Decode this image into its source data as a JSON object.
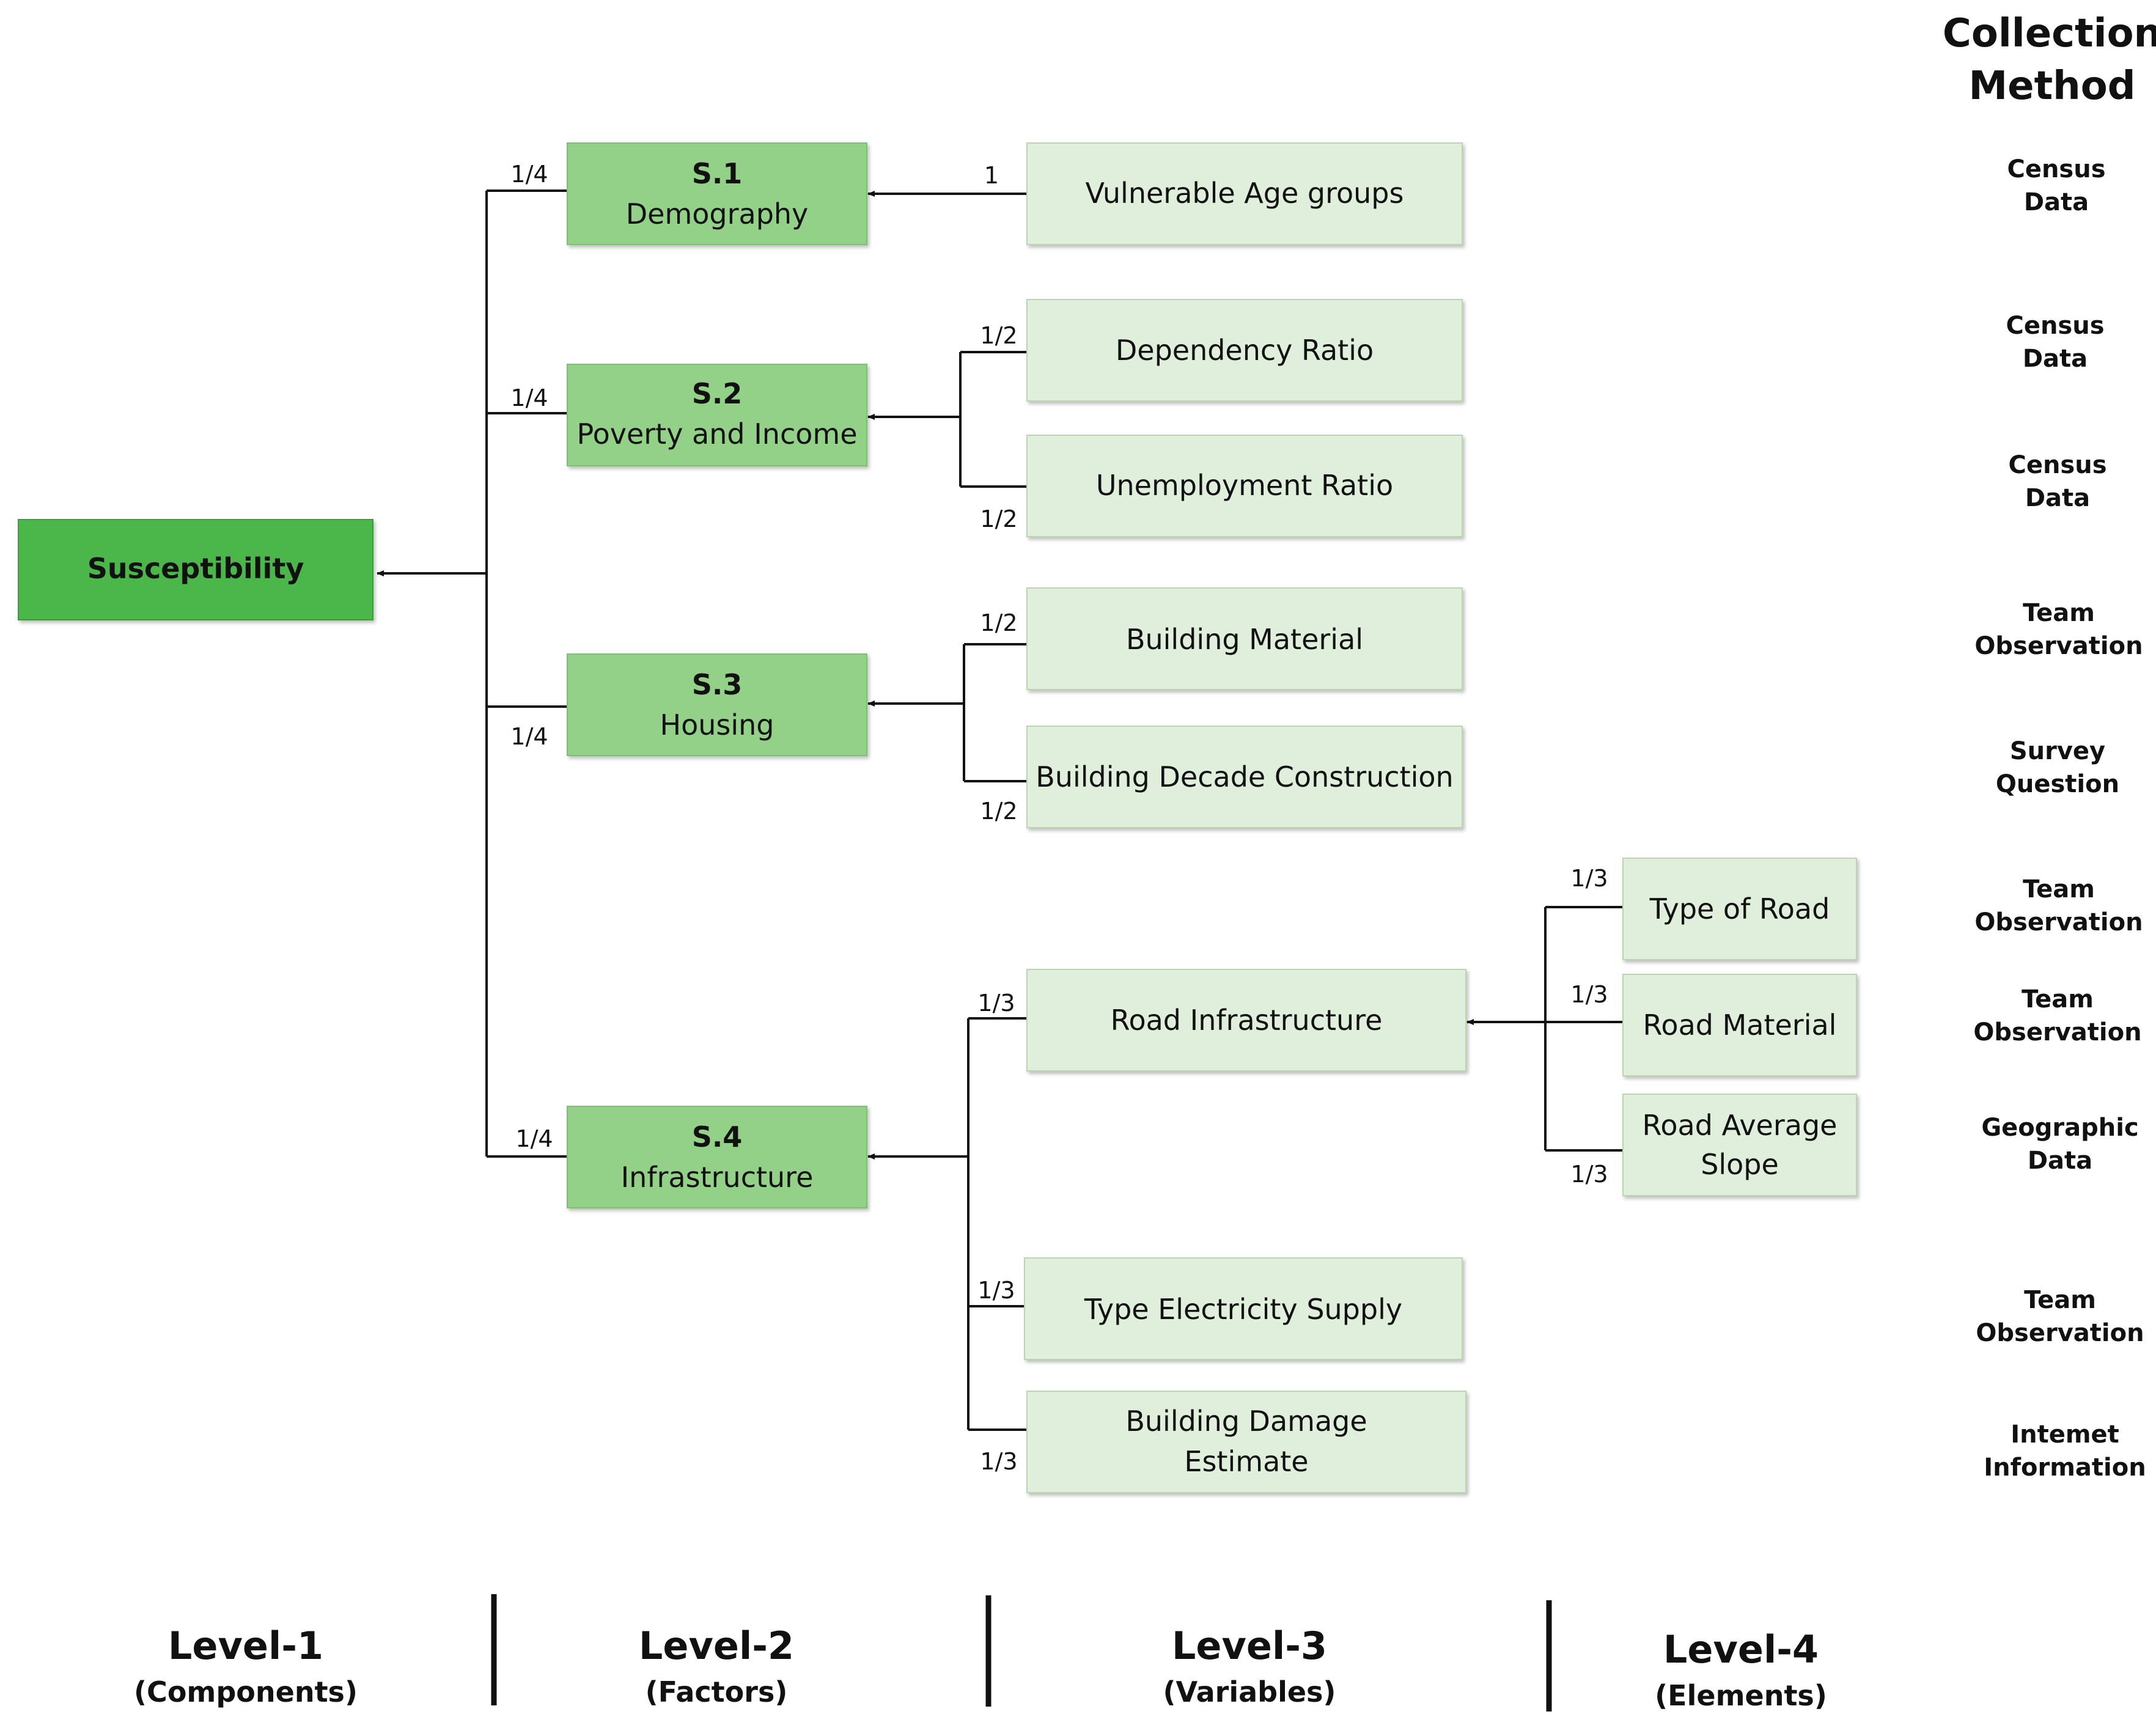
{
  "header": {
    "line1": "Collection",
    "line2": "Method"
  },
  "root": {
    "label": "Susceptibility"
  },
  "factors": [
    {
      "code": "S.1",
      "name": "Demography",
      "weight": "1/4"
    },
    {
      "code": "S.2",
      "name": "Poverty and Income",
      "weight": "1/4"
    },
    {
      "code": "S.3",
      "name": "Housing",
      "weight": "1/4"
    },
    {
      "code": "S.4",
      "name": "Infrastructure",
      "weight": "1/4"
    }
  ],
  "variables": [
    {
      "label": "Vulnerable Age groups",
      "weight": "1",
      "method1": "Census",
      "method2": "Data"
    },
    {
      "label": "Dependency Ratio",
      "weight": "1/2",
      "method1": "Census",
      "method2": "Data"
    },
    {
      "label": "Unemployment Ratio",
      "weight": "1/2",
      "method1": "Census",
      "method2": "Data"
    },
    {
      "label": "Building Material",
      "weight": "1/2",
      "method1": "Team",
      "method2": "Observation"
    },
    {
      "label": "Building Decade Construction",
      "weight": "1/2",
      "method1": "Survey",
      "method2": "Question"
    },
    {
      "label": "Road Infrastructure",
      "weight": "1/3"
    },
    {
      "line1": "Type Electricity Supply",
      "weight": "1/3",
      "method1": "Team",
      "method2": "Observation"
    },
    {
      "line1": "Building Damage",
      "line2": "Estimate",
      "weight": "1/3",
      "method1": "Intemet",
      "method2": "Information"
    }
  ],
  "elements": [
    {
      "line1": "Type of Road",
      "weight": "1/3",
      "method1": "Team",
      "method2": "Observation"
    },
    {
      "line1": "Road Material",
      "weight": "1/3",
      "method1": "Team",
      "method2": "Observation"
    },
    {
      "line1": "Road Average",
      "line2": "Slope",
      "weight": "1/3",
      "method1": "Geographic",
      "method2": "Data"
    }
  ],
  "levels": [
    {
      "title": "Level-1",
      "sub": "(Components)"
    },
    {
      "title": "Level-2",
      "sub": "(Factors)"
    },
    {
      "title": "Level-3",
      "sub": "(Variables)"
    },
    {
      "title": "Level-4",
      "sub": "(Elements)"
    }
  ],
  "colors": {
    "root_fill": "#4cb648",
    "factor_fill": "#92d187",
    "leaf_fill": "#e0efdb",
    "line": "#111111"
  }
}
